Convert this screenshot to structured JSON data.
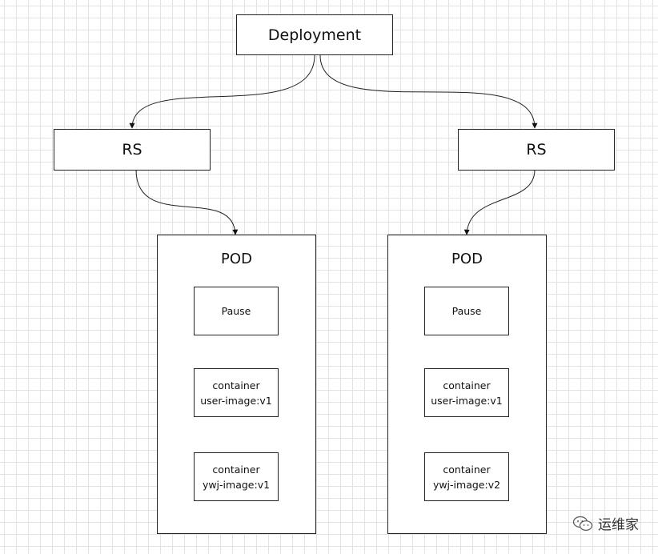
{
  "diagram": {
    "deployment": "Deployment",
    "rs_left": "RS",
    "rs_right": "RS",
    "pod_left": {
      "title": "POD",
      "pause": "Pause",
      "c1_line1": "container",
      "c1_line2": "user-image:v1",
      "c2_line1": "container",
      "c2_line2": "ywj-image:v1"
    },
    "pod_right": {
      "title": "POD",
      "pause": "Pause",
      "c1_line1": "container",
      "c1_line2": "user-image:v1",
      "c2_line1": "container",
      "c2_line2": "ywj-image:v2"
    }
  },
  "watermark": {
    "text": "运维家",
    "icon": "wechat-icon"
  }
}
